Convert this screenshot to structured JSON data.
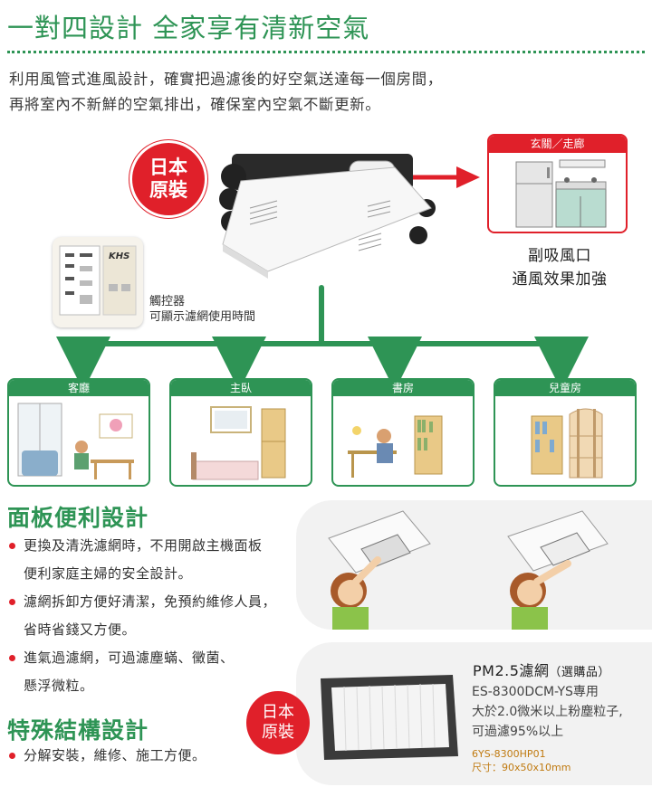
{
  "header": {
    "title": "一對四設計 全家享有清新空氣",
    "intro_line1": "利用風管式進風設計，確實把過濾後的好空氣送達每一個房間，",
    "intro_line2": "再將室內不新鮮的空氣排出，確保室內空氣不斷更新。"
  },
  "badge_top": {
    "line1": "日本",
    "line2": "原裝"
  },
  "remote": {
    "caption_line1": "觸控器",
    "caption_line2": "可顯示濾網使用時間",
    "brand": "KHS"
  },
  "entrance": {
    "label": "玄關／走廊",
    "caption_line1": "副吸風口",
    "caption_line2": "通風效果加強"
  },
  "rooms": [
    {
      "label": "客廳"
    },
    {
      "label": "主臥"
    },
    {
      "label": "書房"
    },
    {
      "label": "兒童房"
    }
  ],
  "panel_section": {
    "title": "面板便利設計",
    "bullets": [
      {
        "line1": "更換及清洗濾網時，不用開啟主機面板",
        "line2": "便利家庭主婦的安全設計。"
      },
      {
        "line1": "濾網拆卸方便好清潔，免預約維修人員，",
        "line2": "省時省錢又方便。"
      },
      {
        "line1": "進氣過濾網，可過濾塵蟎、黴菌、",
        "line2": "懸浮微粒。"
      }
    ]
  },
  "structure_section": {
    "title": "特殊結構設計",
    "bullets": [
      {
        "line1": "分解安裝，維修、施工方便。"
      }
    ]
  },
  "badge_bottom": {
    "line1": "日本",
    "line2": "原裝"
  },
  "filter": {
    "title_main": "PM2.5濾網",
    "title_note": "（選購品）",
    "line1": "ES-8300DCM-YS專用",
    "line2": "大於2.0微米以上粉塵粒子,",
    "line3": "可過濾95%以上",
    "model": "6YS-8300HP01",
    "size": "尺寸：90x50x10mm"
  },
  "colors": {
    "accent_green": "#2e9455",
    "accent_red": "#e0202a"
  }
}
